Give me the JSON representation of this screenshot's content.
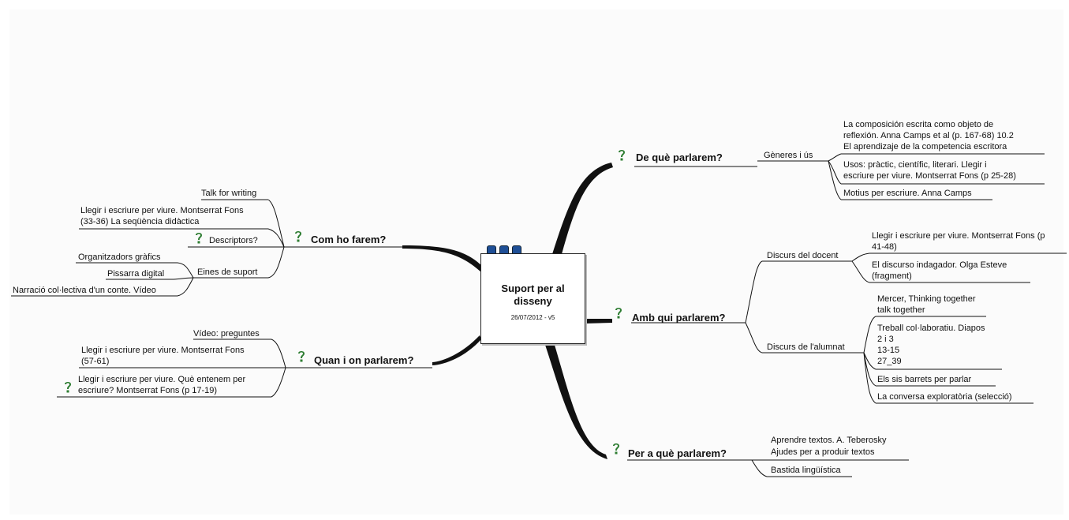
{
  "central": {
    "title_line1": "Suport per al",
    "title_line2": "disseny",
    "date": "26/07/2012 - v5"
  },
  "branches": {
    "de_que": {
      "title": "De què parlarem?",
      "generes": "Gèneres i ús",
      "leaf1_l1": "La composición escrita como objeto de",
      "leaf1_l2": "reflexión. Anna Camps et al  (p. 167-68) 10.2",
      "leaf1_l3": "El aprendizaje de la competencia escritora",
      "leaf2_l1": "Usos: pràctic, científic, literari. Llegir i",
      "leaf2_l2": "escriure per viure. Montserrat Fons (p 25-28)",
      "leaf3": "Motius per escriure. Anna Camps"
    },
    "amb_qui": {
      "title": "Amb qui parlarem?",
      "docent": "Discurs del docent",
      "d1_l1": "Llegir i escriure per viure. Montserrat Fons (p",
      "d1_l2": "41-48)",
      "d2_l1": "El discurso indagador. Olga Esteve",
      "d2_l2": "(fragment)",
      "alumnat": "Discurs de l'alumnat",
      "a1_l1": "Mercer, Thinking together",
      "a1_l2": "talk together",
      "a2_l1": "Treball col·laboratiu. Diapos",
      "a2_l2": "2 i 3",
      "a2_l3": "13-15",
      "a2_l4": "27_39",
      "a3": "Els sis barrets per parlar",
      "a4": "La conversa exploratòria (selecció)"
    },
    "per_a_que": {
      "title": "Per a què parlarem?",
      "p1_l1": "Aprendre textos. A. Teberosky",
      "p1_l2": "Ajudes per a produir textos",
      "p2": "Bastida lingüística"
    },
    "com": {
      "title": "Com ho farem?",
      "talk": "Talk for writing",
      "llegir_l1": "Llegir i escriure per viure. Montserrat Fons",
      "llegir_l2": "(33-36) La seqüència didàctica",
      "descriptors": "Descriptors?",
      "eines": "Eines de suport",
      "organitzadors": "Organitzadors gràfics",
      "pissarra": "Pissarra digital",
      "narracio": "Narració col·lectiva d'un conte. Vídeo"
    },
    "quan": {
      "title": "Quan i on parlarem?",
      "video": "Vídeo: preguntes",
      "q1_l1": "Llegir i escriure per viure. Montserrat Fons",
      "q1_l2": "(57-61)",
      "q2_l1": "Llegir i escriure per viure. Què entenem per",
      "q2_l2": "escriure? Montserrat Fons (p 17-19)"
    }
  },
  "colors": {
    "icon": "#2e7d32",
    "binder": "#1f4f96",
    "line": "#111111"
  }
}
